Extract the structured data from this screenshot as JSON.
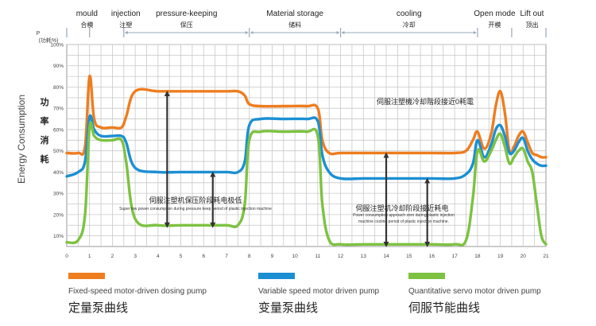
{
  "chart_data": {
    "type": "line",
    "x": [
      0,
      0.5,
      0.8,
      1.0,
      1.2,
      1.5,
      2.0,
      2.4,
      2.6,
      3.0,
      4.0,
      5.0,
      6.0,
      7.0,
      7.5,
      7.8,
      8.0,
      8.5,
      9.5,
      10.5,
      11.0,
      11.2,
      11.5,
      12,
      13,
      14,
      15,
      16,
      17,
      17.5,
      17.8,
      18.0,
      18.3,
      18.6,
      18.8,
      19.0,
      19.2,
      19.4,
      19.6,
      19.8,
      20.0,
      20.2,
      20.4,
      20.6,
      20.8,
      21.0
    ],
    "series": [
      {
        "name": "Fixed-speed motor-driven dosing pump",
        "name_cn": "定量泵曲线",
        "color": "#ee7d1f",
        "values": [
          49,
          49,
          52,
          85,
          65,
          61,
          61,
          61,
          66,
          78,
          78,
          78,
          78,
          78,
          78,
          76,
          72,
          71,
          71,
          71,
          70,
          55,
          49,
          49,
          49,
          49,
          49,
          49,
          49,
          50,
          55,
          59,
          51,
          58,
          71,
          78,
          68,
          50,
          52,
          57,
          59,
          54,
          49,
          48,
          47,
          47
        ]
      },
      {
        "name": "Variable speed motor driven pump",
        "name_cn": "变量泵曲线",
        "color": "#1c8fd3",
        "values": [
          38,
          40,
          45,
          66,
          60,
          57,
          57,
          57,
          54,
          42,
          40,
          40,
          40,
          40,
          40,
          45,
          62,
          65,
          65,
          65,
          64,
          48,
          40,
          37,
          37,
          37,
          37,
          37,
          37,
          39,
          44,
          55,
          47,
          53,
          60,
          62,
          57,
          49,
          50,
          54,
          56,
          50,
          46,
          44,
          43,
          43
        ]
      },
      {
        "name": "Quantitative servo motor driven pump",
        "name_cn": "伺服节能曲线",
        "color": "#7dc241",
        "values": [
          7,
          8,
          20,
          61,
          57,
          55,
          55,
          55,
          45,
          18,
          15,
          15,
          15,
          15,
          15,
          25,
          55,
          59,
          59,
          59,
          57,
          25,
          8,
          6,
          6,
          6,
          6,
          6,
          6,
          8,
          28,
          50,
          45,
          50,
          55,
          58,
          52,
          44,
          47,
          50,
          51,
          45,
          40,
          25,
          10,
          6
        ]
      }
    ],
    "xlim": [
      0,
      21
    ],
    "ylim": [
      5,
      100
    ],
    "x_ticks": [
      "0",
      "1",
      "2",
      "3",
      "4",
      "5",
      "6",
      "7",
      "8",
      "9",
      "10",
      "11",
      "12",
      "13",
      "14",
      "15",
      "16",
      "17",
      "18",
      "19",
      "20",
      "21"
    ],
    "y_ticks": [
      "10%",
      "20%",
      "30%",
      "40%",
      "50%",
      "60%",
      "70%",
      "80%",
      "90%",
      "100%"
    ],
    "y_tick_values": [
      10,
      20,
      30,
      40,
      50,
      60,
      70,
      80,
      90,
      100
    ],
    "ylabel_en": "Energy Consumption",
    "ylabel_cn": "功率消耗",
    "y_unit_p": "P",
    "y_unit_cn": "(功耗%)",
    "grid": true,
    "phases": [
      {
        "en": "mould",
        "cn": "合模",
        "start": 0,
        "end": 1
      },
      {
        "en": "injection",
        "cn": "注塑",
        "start": 1,
        "end": 2.5
      },
      {
        "en": "pressure-keeping",
        "cn": "保压",
        "start": 2.5,
        "end": 8
      },
      {
        "en": "Material storage",
        "cn": "储料",
        "start": 8,
        "end": 12
      },
      {
        "en": "cooling",
        "cn": "冷却",
        "start": 12,
        "end": 18
      },
      {
        "en": "Open mode",
        "cn": "开模",
        "start": 18,
        "end": 19.5
      },
      {
        "en": "Lift out",
        "cn": "顶出",
        "start": 19.5,
        "end": 21
      }
    ],
    "annotations": {
      "top_right": "伺服注塑機冷却階段接近0耗電",
      "hold_cn": "伺服注塑机保压阶段耗电极低",
      "hold_en": "Super low power consumption during pressure keep period of plastic injection machine",
      "cool_cn": "伺服注塑机冷却阶段接近耗电",
      "cool_en_1": "Power consumption approach zero during plastic injection",
      "cool_en_2": "machine cooling period of plastic injection machine."
    },
    "legend_position": "bottom"
  }
}
